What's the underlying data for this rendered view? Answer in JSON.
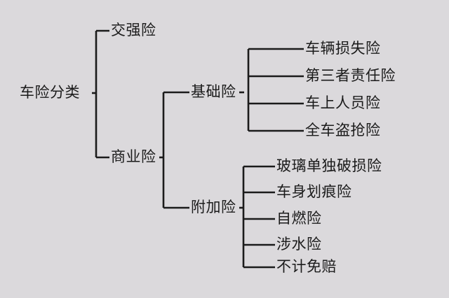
{
  "diagram": {
    "type": "tree",
    "title": "车险分类",
    "background_color": "#dbd9dc",
    "line_color": "#1b1b1b",
    "text_color": "#1b1b1b",
    "root": {
      "label": "车险分类"
    },
    "level1": [
      {
        "label": "交强险"
      },
      {
        "label": "商业险"
      }
    ],
    "level2": [
      {
        "label": "基础险"
      },
      {
        "label": "附加险"
      }
    ],
    "basic_items": [
      {
        "label": "车辆损失险"
      },
      {
        "label": "第三者责任险"
      },
      {
        "label": "车上人员险"
      },
      {
        "label": "全车盗抢险"
      }
    ],
    "additional_items": [
      {
        "label": "玻璃单独破损险"
      },
      {
        "label": "车身划痕险"
      },
      {
        "label": "自燃险"
      },
      {
        "label": "涉水险"
      },
      {
        "label": "不计免赔"
      }
    ]
  }
}
